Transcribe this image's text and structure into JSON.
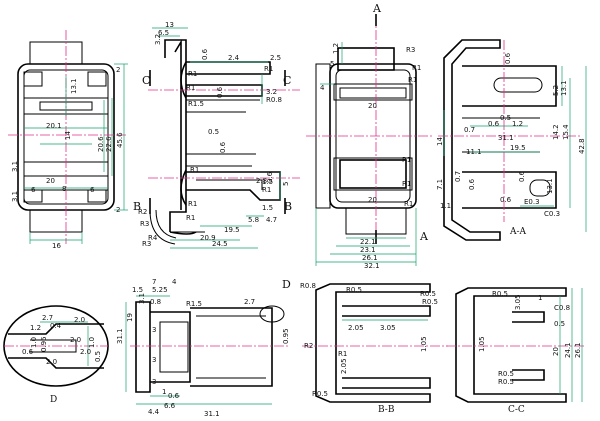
{
  "views": {
    "front": {
      "dims": [
        "13.1",
        "20.1",
        "14",
        "20.6",
        "22.6",
        "45.6",
        "2",
        "2",
        "20",
        "6",
        "6",
        "3.1",
        "3.1",
        "8",
        "16"
      ]
    },
    "side": {
      "dims": [
        "13",
        "6.5",
        "3.2",
        "0.6",
        "2.4",
        "2.5",
        "R1",
        "R1",
        "R1",
        "R1.5",
        "0.6",
        "3.2",
        "R0.8",
        "0.5",
        "R1",
        "0.6",
        "2.8",
        "R1",
        "0.6",
        "5.8",
        "4.7",
        "1.5",
        "5",
        "1.5",
        "19.5",
        "20.9",
        "24.5",
        "R1",
        "R2",
        "R3",
        "R4",
        "R3",
        "R1"
      ],
      "cut_labels": [
        "C",
        "C",
        "B",
        "B"
      ]
    },
    "section_main": {
      "dims": [
        "1.2",
        "4",
        "5",
        "R1",
        "R3",
        "R1",
        "20",
        "20",
        "22.1",
        "23.1",
        "26.1",
        "32.1",
        "R1",
        "R1",
        "R1"
      ],
      "cut_labels": [
        "A",
        "A"
      ]
    },
    "section_aa": {
      "title": "A-A",
      "dims": [
        "0.6",
        "5.2",
        "13.1",
        "0.6",
        "0.5",
        "1.2",
        "14",
        "0.7",
        "31.1",
        "11.1",
        "14.2",
        "15.4",
        "42.8",
        "19.5",
        "7.1",
        "1.1",
        "0.7",
        "0.6",
        "0.6",
        "13.1",
        "0.6",
        "E0.3",
        "C0.3"
      ]
    },
    "bottom_left": {
      "dims": [
        "7",
        "4",
        "5.25",
        "1.5",
        "3.1",
        "0.8",
        "R1.5",
        "2.7",
        "0.95",
        "19",
        "31.1",
        "3",
        "3",
        "3",
        "1",
        "0.6",
        "6.6",
        "4.4",
        "31.1"
      ],
      "detail_label": "D"
    },
    "detail_d": {
      "title": "D",
      "dims": [
        "2.7",
        "0.4",
        "2.0",
        "1.2",
        "1.0",
        "0.95",
        "2.0",
        "1.0",
        "2.0",
        "0.5",
        "2.0",
        "0.6"
      ]
    },
    "section_bb": {
      "title": "B-B",
      "dims": [
        "R0.8",
        "R0.5",
        "R0.5",
        "R0.5",
        "2.05",
        "3.05",
        "R2",
        "R1",
        "2.05",
        "R0.5",
        "1.05"
      ]
    },
    "section_cc": {
      "title": "C-C",
      "dims": [
        "R0.5",
        "3.05",
        "1",
        "C0.8",
        "0.5",
        "1.05",
        "20",
        "24.1",
        "26.1",
        "R0.5",
        "R0.5"
      ]
    }
  }
}
